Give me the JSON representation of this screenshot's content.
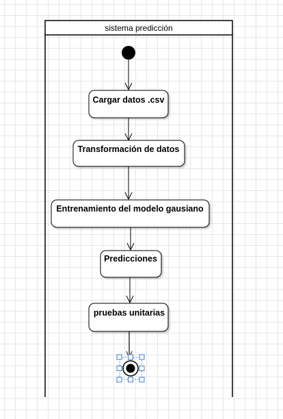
{
  "swimlane": {
    "title": "sistema predicción"
  },
  "nodes": [
    {
      "id": "n1",
      "label": "Cargar datos .csv"
    },
    {
      "id": "n2",
      "label": "Transformación de datos"
    },
    {
      "id": "n3",
      "label": "Entrenamiento del modelo gausiano"
    },
    {
      "id": "n4",
      "label": "Predicciones"
    },
    {
      "id": "n5",
      "label": "pruebas unitarias"
    }
  ],
  "edges": [
    {
      "from": "start",
      "to": "n1"
    },
    {
      "from": "n1",
      "to": "n2"
    },
    {
      "from": "n2",
      "to": "n3"
    },
    {
      "from": "n3",
      "to": "n4"
    },
    {
      "from": "n4",
      "to": "n5"
    },
    {
      "from": "n5",
      "to": "end"
    }
  ],
  "end_node": {
    "selected": true
  },
  "colors": {
    "line": "#000000",
    "selection": "#3a7bd5",
    "grid": "#e6e6e6"
  }
}
